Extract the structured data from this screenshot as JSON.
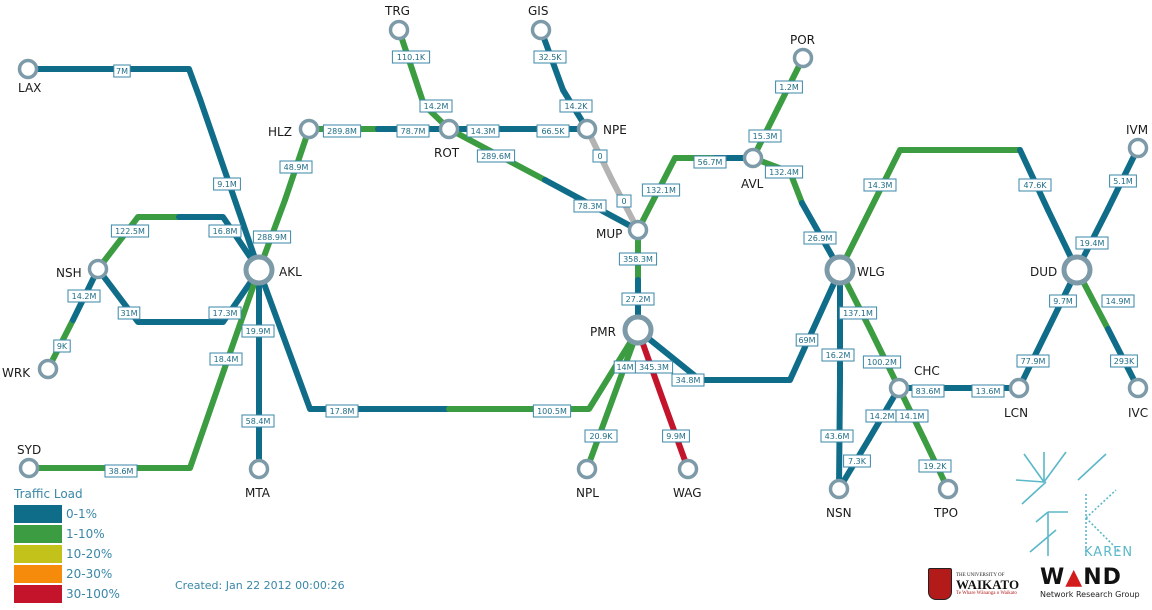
{
  "legend": {
    "title": "Traffic Load",
    "items": [
      {
        "label": "0-1%",
        "color": "#106d8a"
      },
      {
        "label": "1-10%",
        "color": "#3c9c41"
      },
      {
        "label": "10-20%",
        "color": "#c2c21a"
      },
      {
        "label": "20-30%",
        "color": "#f58a0b"
      },
      {
        "label": "30-100%",
        "color": "#c4142c"
      }
    ]
  },
  "created": "Created: Jan 22 2012 00:00:26",
  "colors": {
    "blue": "#106d8a",
    "green": "#3c9c41",
    "gray": "#b3b3b3",
    "red": "#c4142c",
    "node_ring": "#7d9aa8",
    "label_border": "#3a87a8",
    "label_text": "#1f6d86"
  },
  "nodes": [
    {
      "id": "LAX",
      "label": "LAX"
    },
    {
      "id": "TRG",
      "label": "TRG"
    },
    {
      "id": "GIS",
      "label": "GIS"
    },
    {
      "id": "POR",
      "label": "POR"
    },
    {
      "id": "HLZ",
      "label": "HLZ"
    },
    {
      "id": "ROT",
      "label": "ROT"
    },
    {
      "id": "NPE",
      "label": "NPE"
    },
    {
      "id": "AVL",
      "label": "AVL"
    },
    {
      "id": "MUP",
      "label": "MUP"
    },
    {
      "id": "NSH",
      "label": "NSH"
    },
    {
      "id": "AKL",
      "label": "AKL"
    },
    {
      "id": "WLG",
      "label": "WLG"
    },
    {
      "id": "DUD",
      "label": "DUD"
    },
    {
      "id": "IVM",
      "label": "IVM"
    },
    {
      "id": "PMR",
      "label": "PMR"
    },
    {
      "id": "WRK",
      "label": "WRK"
    },
    {
      "id": "SYD",
      "label": "SYD"
    },
    {
      "id": "MTA",
      "label": "MTA"
    },
    {
      "id": "NPL",
      "label": "NPL"
    },
    {
      "id": "WAG",
      "label": "WAG"
    },
    {
      "id": "CHC",
      "label": "CHC"
    },
    {
      "id": "LCN",
      "label": "LCN"
    },
    {
      "id": "IVC",
      "label": "IVC"
    },
    {
      "id": "NSN",
      "label": "NSN"
    },
    {
      "id": "TPO",
      "label": "TPO"
    }
  ],
  "link_labels": [
    "7M",
    "9.1M",
    "110.1K",
    "14.2M",
    "32.5K",
    "14.2K",
    "289.8M",
    "78.7M",
    "14.3M",
    "66.5K",
    "0",
    "289.6M",
    "0",
    "78.3M",
    "1.2M",
    "15.3M",
    "56.7M",
    "132.1M",
    "132.4M",
    "26.9M",
    "48.9M",
    "288.9M",
    "122.5M",
    "16.8M",
    "14.2M",
    "31M",
    "17.3M",
    "9K",
    "19.9M",
    "18.4M",
    "58.4M",
    "38.6M",
    "17.8M",
    "100.5M",
    "358.3M",
    "27.2M",
    "14M",
    "345.3M",
    "34.8M",
    "20.9K",
    "9.9M",
    "69M",
    "14.3M",
    "47.6K",
    "5.1M",
    "19.4M",
    "9.7M",
    "14.9M",
    "137.1M",
    "16.2M",
    "100.2M",
    "83.6M",
    "13.6M",
    "77.9M",
    "293K",
    "43.6M",
    "14.2M",
    "14.1M",
    "7.3K",
    "19.2K"
  ],
  "brand": {
    "karen": "KAREN",
    "waikato_small": "THE UNIVERSITY OF",
    "waikato_name": "WAIKATO",
    "waikato_tagline": "Te Whare Wānanga o Waikato",
    "wand_sub": "Network Research Group"
  }
}
